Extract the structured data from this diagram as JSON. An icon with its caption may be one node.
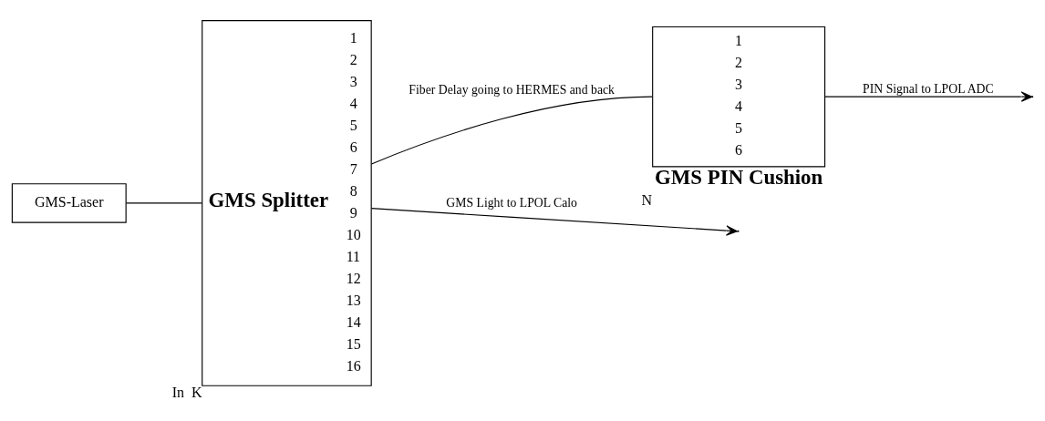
{
  "diagram": {
    "nodes": [
      {
        "text": [
          "GMS-Laser"
        ]
      },
      {
        "text": [
          "GMS Splitter",
          "1",
          "2",
          "3",
          "4",
          "5",
          "6",
          "7",
          "8",
          "9",
          "10",
          "11",
          "12",
          "13",
          "14",
          "15",
          "16"
        ],
        "beside": [
          "In",
          "K"
        ]
      },
      {
        "text": [
          "1",
          "2",
          "3",
          "4",
          "5",
          "6",
          "GMS PIN Cushion"
        ],
        "beside": [
          "N"
        ]
      }
    ],
    "edges": [
      {
        "from": 0,
        "to": 1,
        "arrow": "none"
      },
      {
        "from": 1,
        "to": 2,
        "arrow": "none",
        "label": "Fiber Delay going to HERMES and back"
      },
      {
        "from": 1,
        "to": null,
        "arrow": "to",
        "label": "GMS Light to LPOL Calo"
      },
      {
        "from": 2,
        "to": null,
        "arrow": "to",
        "label": "PIN Signal to LPOL ADC"
      }
    ]
  }
}
